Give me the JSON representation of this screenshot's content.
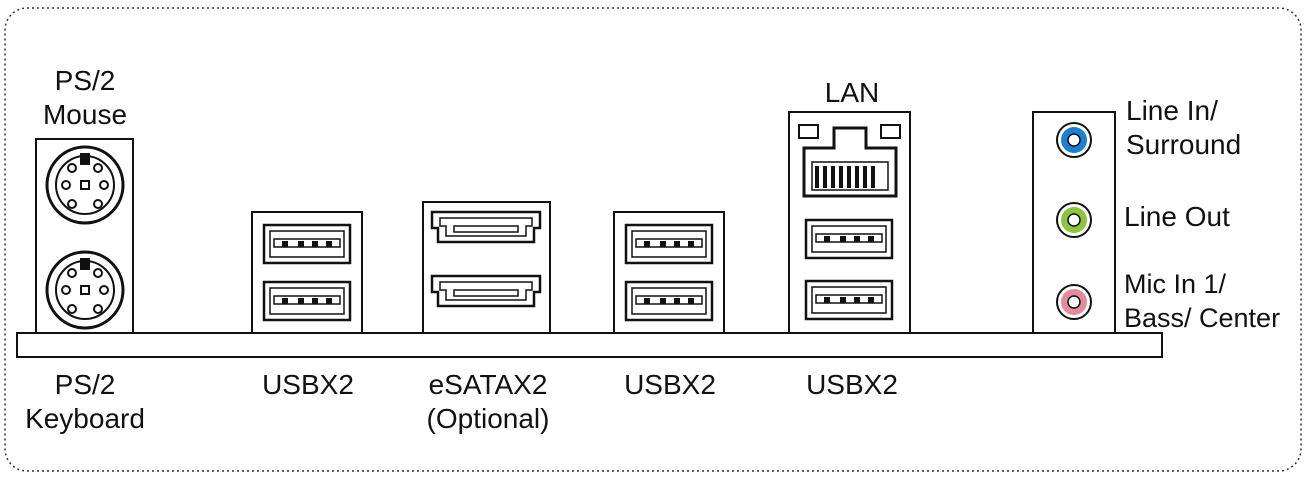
{
  "labels": {
    "ps2_mouse": [
      "PS/2",
      "Mouse"
    ],
    "ps2_keyboard": [
      "PS/2",
      "Keyboard"
    ],
    "usb_1": "USBX2",
    "esata": [
      "eSATAX2",
      "(Optional)"
    ],
    "usb_2": "USBX2",
    "usb_3": "USBX2",
    "lan": "LAN",
    "line_in": [
      "Line In/",
      "Surround"
    ],
    "line_out": "Line Out",
    "mic_in": [
      "Mic In 1/",
      "Bass/ Center"
    ]
  },
  "colors": {
    "line_in_jack": "#1e7fd0",
    "line_out_jack": "#8cc43f",
    "mic_in_jack": "#e58a9a"
  }
}
